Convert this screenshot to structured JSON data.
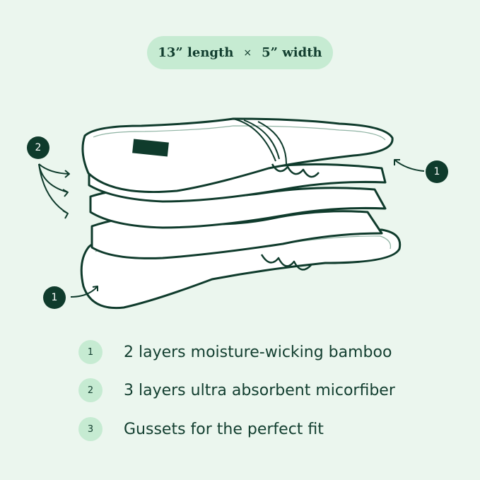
{
  "dimensions": {
    "length": "13” length",
    "separator": "×",
    "width": "5” width"
  },
  "callouts": {
    "left_top": "2",
    "right": "1",
    "left_bottom": "1"
  },
  "features": [
    {
      "number": "1",
      "text": "2 layers moisture-wicking bamboo"
    },
    {
      "number": "2",
      "text": "3 layers ultra absorbent micorfiber"
    },
    {
      "number": "3",
      "text": "Gussets for the perfect fit"
    }
  ],
  "colors": {
    "background": "#ebf6ee",
    "accent": "#c6ebd2",
    "dark": "#0f3b2c"
  }
}
